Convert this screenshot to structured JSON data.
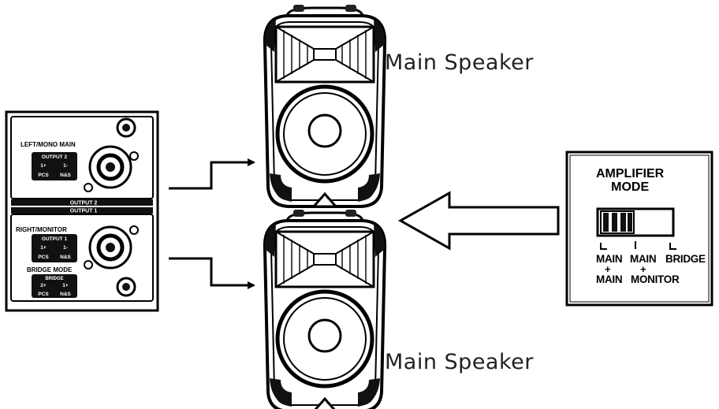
{
  "speakers": {
    "top_label": "Main Speaker",
    "bottom_label": "Main Speaker"
  },
  "panel": {
    "left_mono_main": "LEFT/MONO MAIN",
    "output2_header": "OUTPUT 2",
    "output2_cells": [
      "1+",
      "1-",
      "PCS",
      "N&S"
    ],
    "band_output2": "OUTPUT 2",
    "band_output1": "OUTPUT 1",
    "right_monitor": "RIGHT/MONITOR",
    "output1_header": "OUTPUT 1",
    "output1_cells": [
      "1+",
      "1-",
      "PCS",
      "N&S"
    ],
    "bridge_mode": "BRIDGE MODE",
    "bridge_header": "BRIDGE",
    "bridge_cells": [
      "2+",
      "1+",
      "PCS",
      "N&S"
    ]
  },
  "amplifier": {
    "title_line1": "AMPLIFIER",
    "title_line2": "MODE",
    "label_main": "MAIN",
    "label_plus_1": "+",
    "label_main_monitor_a": "MAIN",
    "label_main_2": "MAIN",
    "label_plus_2": "+",
    "label_monitor": "MONITOR",
    "label_bridge": "BRIDGE"
  }
}
